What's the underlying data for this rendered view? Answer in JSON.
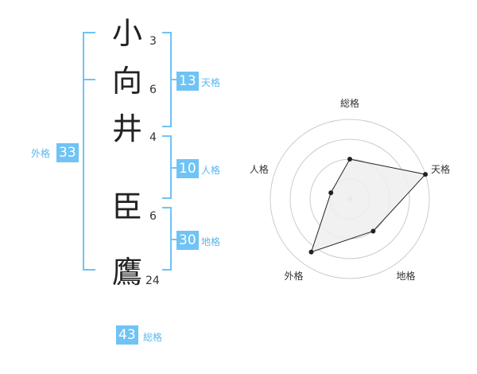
{
  "name": {
    "chars": [
      {
        "char": "小",
        "strokes": "3"
      },
      {
        "char": "向",
        "strokes": "6"
      },
      {
        "char": "井",
        "strokes": "4"
      },
      {
        "char": "臣",
        "strokes": "6"
      },
      {
        "char": "鷹",
        "strokes": "24"
      }
    ]
  },
  "grades": {
    "tenkaku": {
      "value": "13",
      "label": "天格"
    },
    "jinkaku": {
      "value": "10",
      "label": "人格"
    },
    "chikaku": {
      "value": "30",
      "label": "地格"
    },
    "gaikaku": {
      "value": "33",
      "label": "外格"
    },
    "soukaku": {
      "value": "43",
      "label": "総格"
    }
  },
  "colors": {
    "accent": "#6fc3f5",
    "text": "#222222",
    "grid": "#cccccc"
  },
  "chart_data": {
    "type": "radar",
    "axes": [
      "総格",
      "天格",
      "地格",
      "外格",
      "人格"
    ],
    "levels": 4,
    "values": [
      2,
      4,
      2,
      3.3,
      1
    ],
    "range": [
      0,
      4
    ]
  }
}
